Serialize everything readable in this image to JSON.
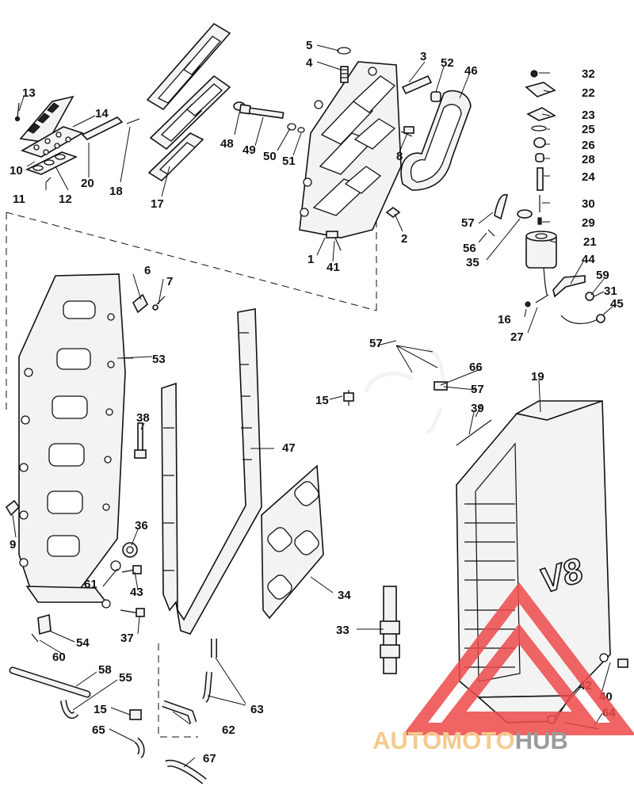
{
  "callouts": [
    {
      "id": "c1",
      "text": "1"
    },
    {
      "id": "c2",
      "text": "2"
    },
    {
      "id": "c3",
      "text": "3"
    },
    {
      "id": "c4",
      "text": "4"
    },
    {
      "id": "c5",
      "text": "5"
    },
    {
      "id": "c6",
      "text": "6"
    },
    {
      "id": "c7",
      "text": "7"
    },
    {
      "id": "c8",
      "text": "8"
    },
    {
      "id": "c9",
      "text": "9"
    },
    {
      "id": "c10",
      "text": "10"
    },
    {
      "id": "c11",
      "text": "11"
    },
    {
      "id": "c12",
      "text": "12"
    },
    {
      "id": "c13",
      "text": "13"
    },
    {
      "id": "c14",
      "text": "14"
    },
    {
      "id": "c15a",
      "text": "15"
    },
    {
      "id": "c15b",
      "text": "15"
    },
    {
      "id": "c16",
      "text": "16"
    },
    {
      "id": "c17",
      "text": "17"
    },
    {
      "id": "c18",
      "text": "18"
    },
    {
      "id": "c19",
      "text": "19"
    },
    {
      "id": "c20",
      "text": "20"
    },
    {
      "id": "c21",
      "text": "21"
    },
    {
      "id": "c22",
      "text": "22"
    },
    {
      "id": "c23",
      "text": "23"
    },
    {
      "id": "c24",
      "text": "24"
    },
    {
      "id": "c25",
      "text": "25"
    },
    {
      "id": "c26",
      "text": "26"
    },
    {
      "id": "c27",
      "text": "27"
    },
    {
      "id": "c28",
      "text": "28"
    },
    {
      "id": "c29",
      "text": "29"
    },
    {
      "id": "c30",
      "text": "30"
    },
    {
      "id": "c31",
      "text": "31"
    },
    {
      "id": "c32",
      "text": "32"
    },
    {
      "id": "c33",
      "text": "33"
    },
    {
      "id": "c34",
      "text": "34"
    },
    {
      "id": "c35",
      "text": "35"
    },
    {
      "id": "c36",
      "text": "36"
    },
    {
      "id": "c37",
      "text": "37"
    },
    {
      "id": "c38",
      "text": "38"
    },
    {
      "id": "c39",
      "text": "39"
    },
    {
      "id": "c40",
      "text": "40"
    },
    {
      "id": "c41",
      "text": "41"
    },
    {
      "id": "c42",
      "text": "42"
    },
    {
      "id": "c43",
      "text": "43"
    },
    {
      "id": "c44",
      "text": "44"
    },
    {
      "id": "c45",
      "text": "45"
    },
    {
      "id": "c46",
      "text": "46"
    },
    {
      "id": "c47",
      "text": "47"
    },
    {
      "id": "c48",
      "text": "48"
    },
    {
      "id": "c49",
      "text": "49"
    },
    {
      "id": "c50",
      "text": "50"
    },
    {
      "id": "c51",
      "text": "51"
    },
    {
      "id": "c52",
      "text": "52"
    },
    {
      "id": "c53",
      "text": "53"
    },
    {
      "id": "c54",
      "text": "54"
    },
    {
      "id": "c55",
      "text": "55"
    },
    {
      "id": "c56",
      "text": "56"
    },
    {
      "id": "c57a",
      "text": "57"
    },
    {
      "id": "c57b",
      "text": "57"
    },
    {
      "id": "c57c",
      "text": "57"
    },
    {
      "id": "c58",
      "text": "58"
    },
    {
      "id": "c59",
      "text": "59"
    },
    {
      "id": "c60",
      "text": "60"
    },
    {
      "id": "c61",
      "text": "61"
    },
    {
      "id": "c62",
      "text": "62"
    },
    {
      "id": "c63",
      "text": "63"
    },
    {
      "id": "c64",
      "text": "64"
    },
    {
      "id": "c65",
      "text": "65"
    },
    {
      "id": "c66",
      "text": "66"
    },
    {
      "id": "c67",
      "text": "67"
    }
  ],
  "cover_badge": "V8",
  "watermark": {
    "part1": "AUTOMOTO",
    "part2": "HUB",
    "color_primary": "#ee4a4a",
    "color_secondary": "#f2c27a",
    "color_tertiary": "#8a8a8a"
  }
}
